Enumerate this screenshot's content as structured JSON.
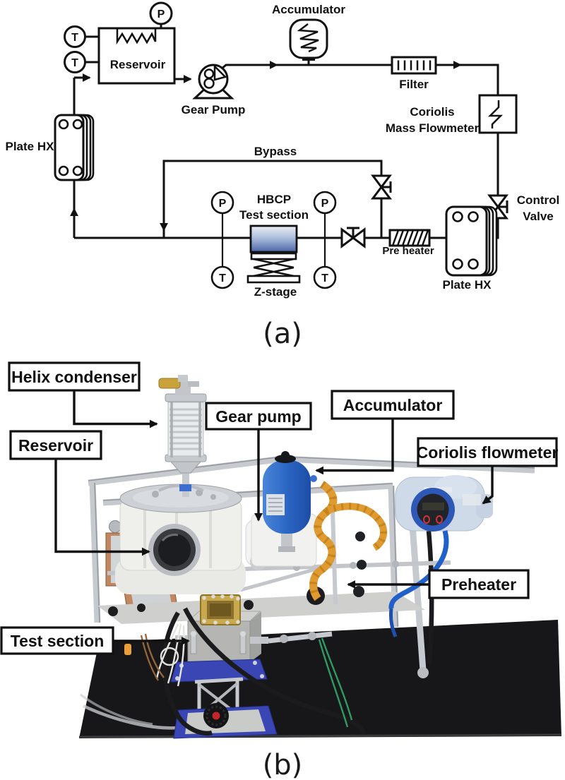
{
  "figure": {
    "caption_a": "(a)",
    "caption_b": "(b)"
  },
  "schematic": {
    "labels": {
      "reservoir": "Reservoir",
      "gear_pump": "Gear Pump",
      "accumulator": "Accumulator",
      "filter": "Filter",
      "coriolis_line1": "Coriolis",
      "coriolis_line2": "Mass Flowmeter",
      "control_valve_line1": "Control",
      "control_valve_line2": "Valve",
      "plate_hx_left": "Plate HX",
      "plate_hx_right": "Plate HX",
      "bypass": "Bypass",
      "hbcp_line1": "HBCP",
      "hbcp_line2": "Test section",
      "z_stage": "Z-stage",
      "pre_heater": "Pre heater",
      "pressure_tag": "P",
      "temperature_tag": "T"
    }
  },
  "photo": {
    "labels": {
      "helix_condenser": "Helix condenser",
      "reservoir": "Reservoir",
      "gear_pump": "Gear pump",
      "accumulator": "Accumulator",
      "coriolis_flowmeter": "Coriolis flowmeter",
      "preheater": "Preheater",
      "test_section": "Test section"
    },
    "colors": {
      "accumulator_blue": "#2c66c4",
      "flowmeter_bezel_blue": "#2e58b8",
      "flowmeter_body": "#cfdae8",
      "preheater_orange": "#e09b30",
      "lab_jack_blue": "#3946b4",
      "table_black": "#17171a",
      "frame_silver": "#c6c9ce"
    }
  }
}
